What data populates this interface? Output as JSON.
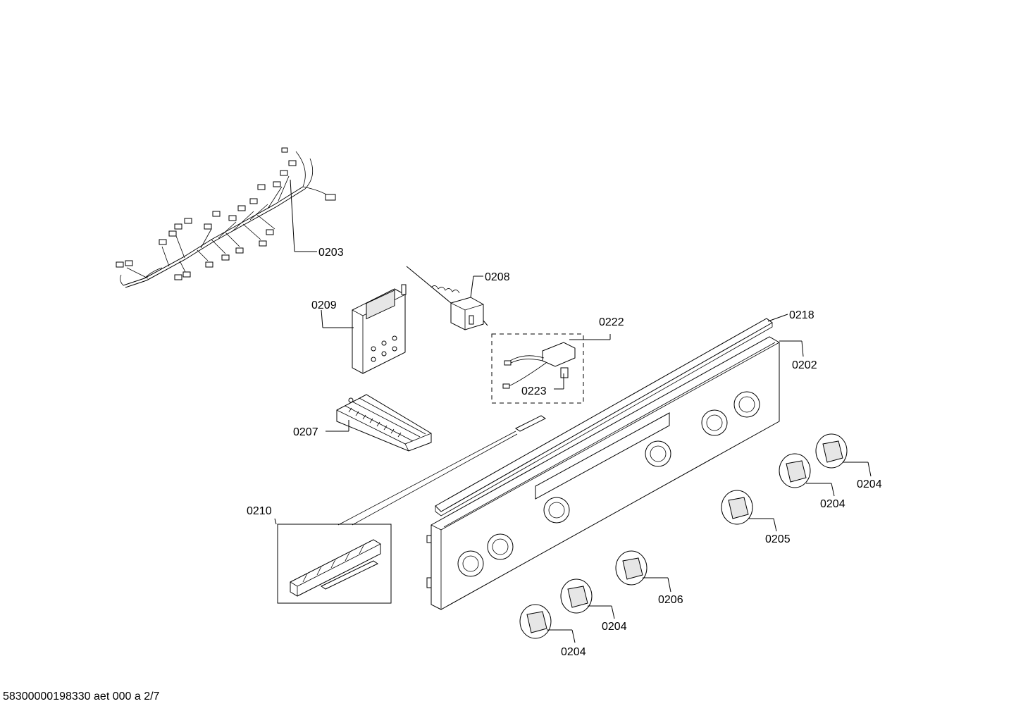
{
  "footer": {
    "doc_code": "58300000198330 aet 000 a 2/7"
  },
  "callouts": [
    {
      "id": "c0203",
      "label": "0203"
    },
    {
      "id": "c0208",
      "label": "0208"
    },
    {
      "id": "c0209",
      "label": "0209"
    },
    {
      "id": "c0222",
      "label": "0222"
    },
    {
      "id": "c0218",
      "label": "0218"
    },
    {
      "id": "c0202",
      "label": "0202"
    },
    {
      "id": "c0223",
      "label": "0223"
    },
    {
      "id": "c0207",
      "label": "0207"
    },
    {
      "id": "c0210",
      "label": "0210"
    },
    {
      "id": "c0204a",
      "label": "0204"
    },
    {
      "id": "c0204b",
      "label": "0204"
    },
    {
      "id": "c0205",
      "label": "0205"
    },
    {
      "id": "c0206",
      "label": "0206"
    },
    {
      "id": "c0204c",
      "label": "0204"
    },
    {
      "id": "c0204d",
      "label": "0204"
    }
  ]
}
